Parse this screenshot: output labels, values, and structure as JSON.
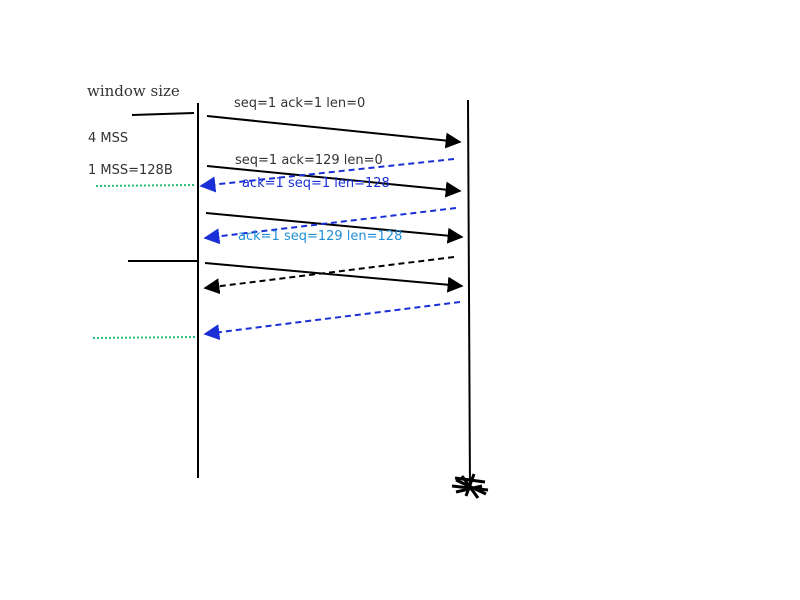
{
  "labels": {
    "window_size": "window  size",
    "four_mss": "4  MSS",
    "one_mss": "1  MSS=128B",
    "msg1": "seq=1  ack=1  len=0",
    "msg2": "seq=1  ack=129  len=0",
    "msg3": "ack=1  seq=1  len=128",
    "msg4": "ack=1  seq=129  len=128"
  },
  "colors": {
    "black": "#000000",
    "blue": "#1a2fd6",
    "light_blue": "#1f8fd8",
    "green": "#22c07a",
    "text": "#333333"
  }
}
